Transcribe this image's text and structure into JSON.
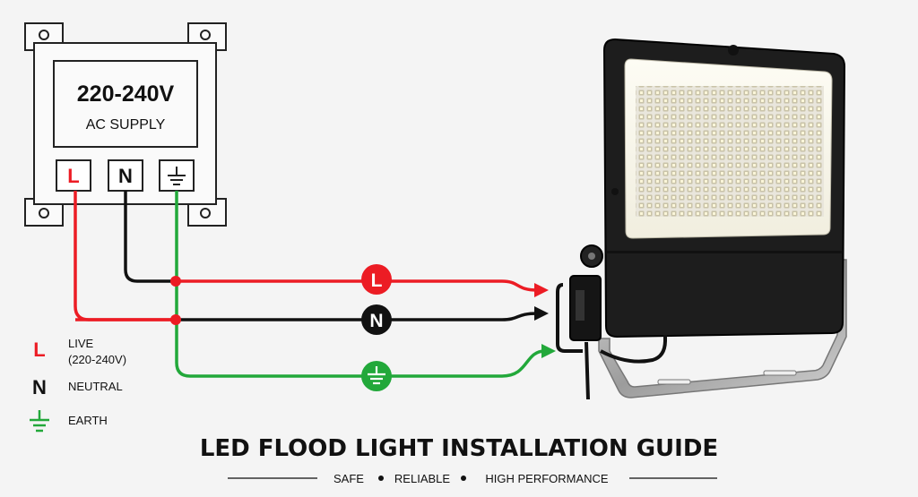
{
  "supply": {
    "voltage": "220-240V",
    "type": "AC SUPPLY",
    "terminal_live": "L",
    "terminal_neutral": "N"
  },
  "wires": {
    "live_label": "L",
    "neutral_label": "N",
    "live_color": "#ec1c24",
    "neutral_color": "#111111",
    "earth_color": "#22a83a"
  },
  "legend": {
    "live_symbol": "L",
    "live_line1": "LIVE",
    "live_line2": "(220-240V)",
    "neutral_symbol": "N",
    "neutral": "NEUTRAL",
    "earth": "EARTH",
    "earth_icon": "ground-icon"
  },
  "footer": {
    "title": "LED FLOOD LIGHT INSTALLATION GUIDE",
    "tag1": "SAFE",
    "tag2": "RELIABLE",
    "tag3": "HIGH PERFORMANCE"
  }
}
